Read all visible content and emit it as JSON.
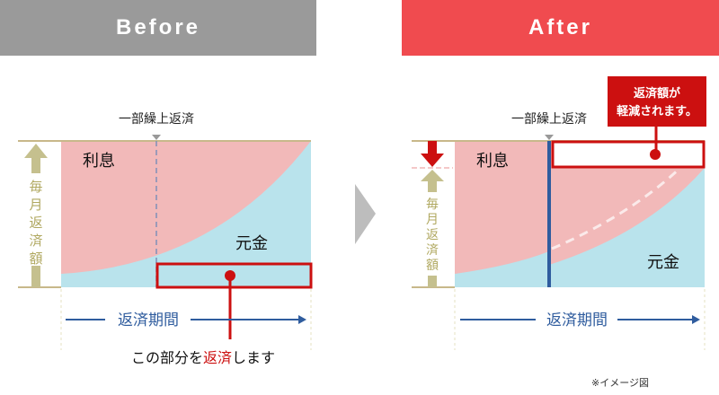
{
  "before": {
    "title": "Before",
    "prepay_label": "一部繰上返済",
    "interest": "利息",
    "principal": "元金",
    "y_axis": [
      "毎",
      "月",
      "返",
      "済",
      "額"
    ],
    "x_axis": "返済期間",
    "note_pre": "この部分を",
    "note_em": "返済",
    "note_post": "します"
  },
  "after": {
    "title": "After",
    "prepay_label": "一部繰上返済",
    "interest": "利息",
    "principal": "元金",
    "y_axis": [
      "毎",
      "月",
      "返",
      "済",
      "額"
    ],
    "x_axis": "返済期間",
    "callout_line1": "返済額が",
    "callout_line2": "軽減されます。"
  },
  "footnote": "※イメージ図",
  "colors": {
    "before_header": "#9a9a9a",
    "after_header": "#f04b4f",
    "interest": "#f2b9b9",
    "principal": "#b9e3ec",
    "accent_red": "#cc1010",
    "period_blue": "#2f5c9e",
    "axis_olive": "#c5c08e"
  }
}
